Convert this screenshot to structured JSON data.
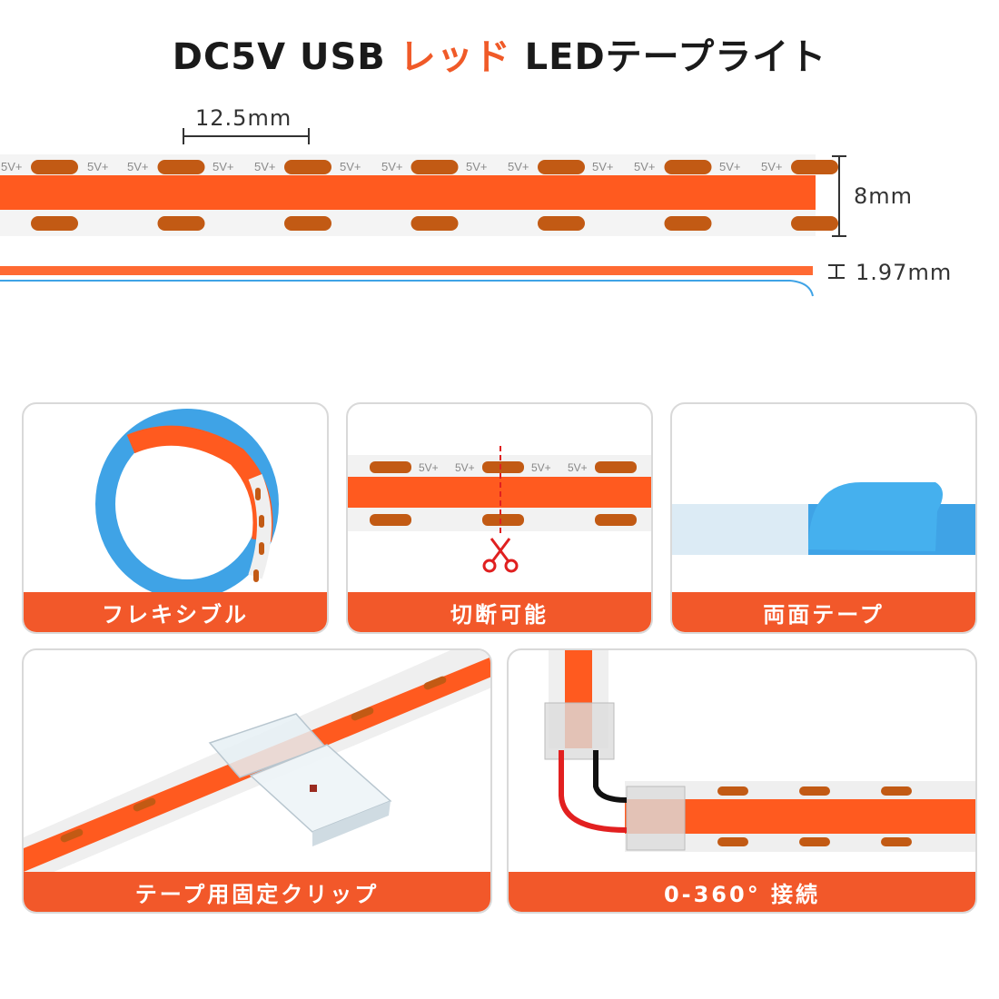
{
  "title": {
    "prefix": "DC5V USB ",
    "accent": "レッド",
    "suffix": " LEDテープライト"
  },
  "dimensions": {
    "pitch": "12.5mm",
    "width": "8mm",
    "thickness": "1.97mm"
  },
  "strip_marking": "5V+",
  "features": [
    {
      "label": "フレキシブル"
    },
    {
      "label": "切断可能"
    },
    {
      "label": "両面テープ"
    },
    {
      "label": "テープ用固定クリップ"
    },
    {
      "label": "0-360°  接続"
    }
  ],
  "colors": {
    "accent": "#f05a28",
    "led": "#ff5a1f",
    "pad": "#c25a14",
    "tape": "#3fa3e6",
    "bar": "#f2582a"
  }
}
